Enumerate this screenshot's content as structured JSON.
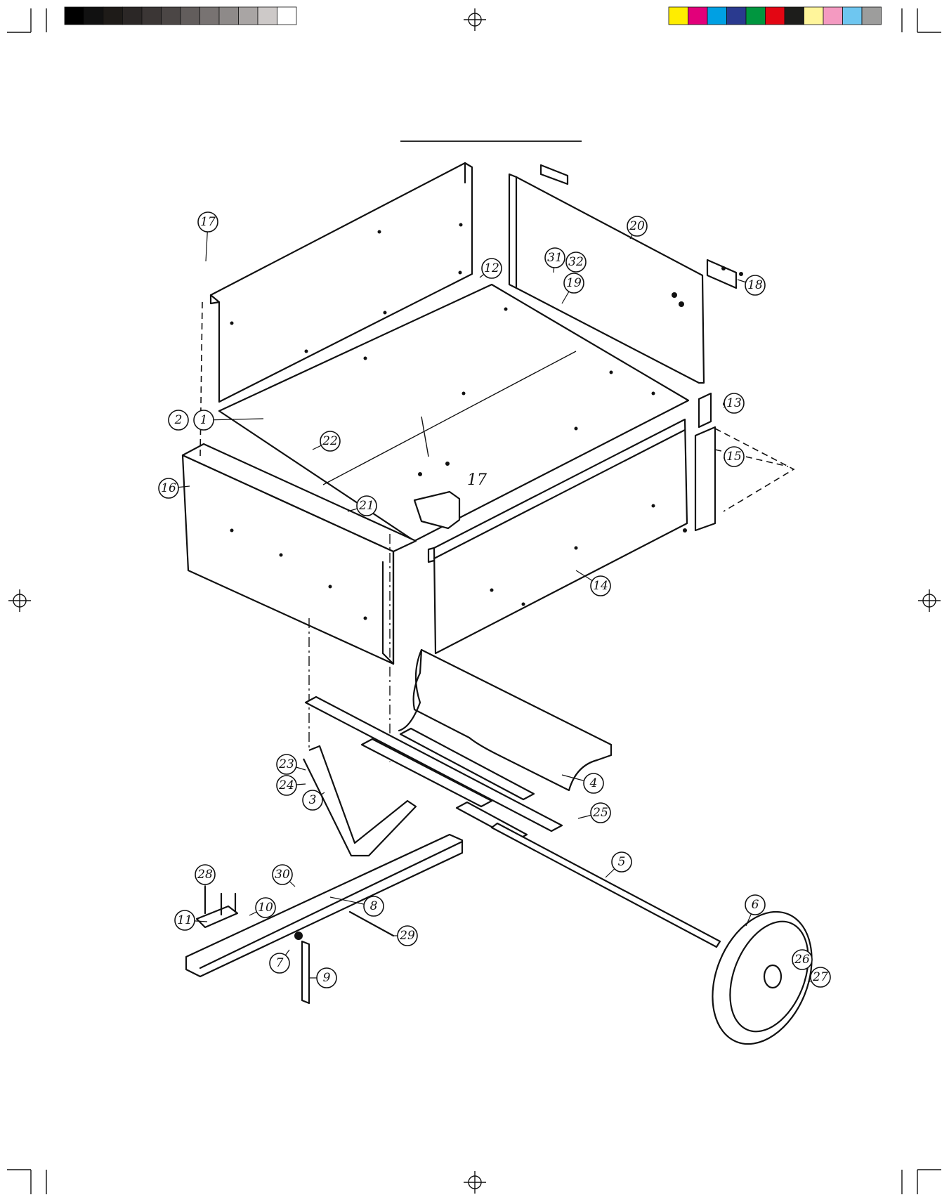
{
  "diagram": {
    "type": "exploded-assembly",
    "part_numbers": [
      "1",
      "2",
      "3",
      "4",
      "5",
      "6",
      "7",
      "8",
      "9",
      "10",
      "11",
      "12",
      "13",
      "14",
      "15",
      "16",
      "17",
      "18",
      "19",
      "20",
      "21",
      "22",
      "23",
      "24",
      "25",
      "26",
      "27",
      "28",
      "29",
      "30",
      "31",
      "32"
    ],
    "hopper_label": "17",
    "print_marks": {
      "grey_swatches": [
        "#000000",
        "#111111",
        "#1e1b18",
        "#2b2726",
        "#3b3635",
        "#4b4645",
        "#625d5c",
        "#787372",
        "#8e8a89",
        "#a9a5a4",
        "#cdc9c8",
        "#ffffff"
      ],
      "color_swatches": [
        "#ffed00",
        "#e2007a",
        "#00a0e3",
        "#2a3a8f",
        "#00963f",
        "#e30613",
        "#1d1d1b",
        "#fff59b",
        "#f49ac1",
        "#6ec6f0",
        "#9d9d9c"
      ]
    }
  }
}
